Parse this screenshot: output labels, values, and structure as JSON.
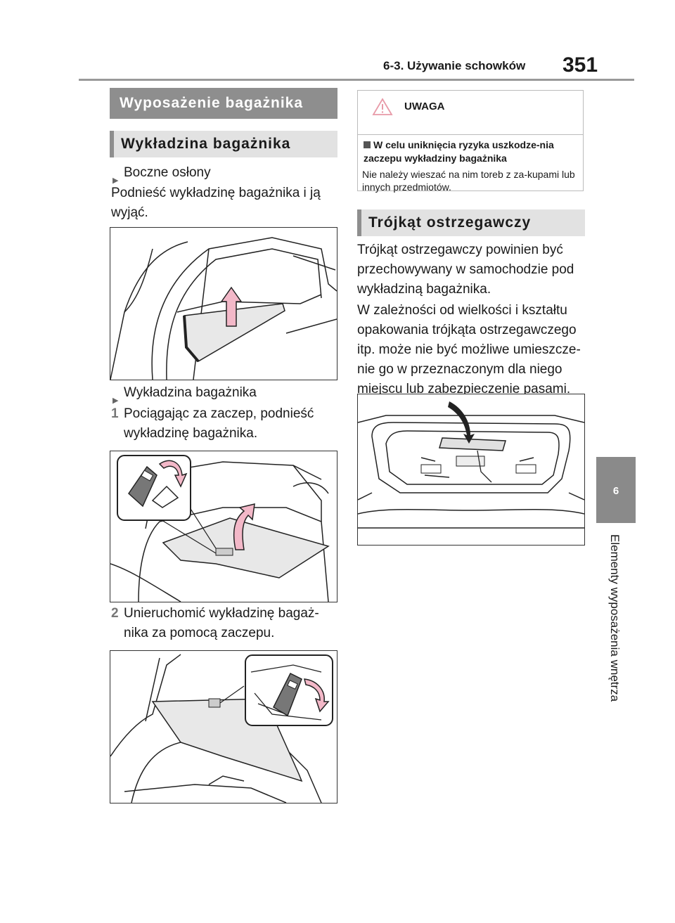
{
  "header": {
    "section": "6-3. Używanie schowków",
    "page_number": "351"
  },
  "side_tab": {
    "chapter_number": "6",
    "chapter_title": "Elementy wyposażenia wnętrza"
  },
  "left": {
    "main_title": "Wyposażenie bagażnika",
    "sub_title": "Wykładzina bagażnika",
    "bullet1": "Boczne osłony",
    "para1": "Podnieść wykładzinę bagażnika i ją wyjąć.",
    "bullet2": "Wykładzina bagażnika",
    "step1_num": "1",
    "step1_text": "Pociągając za zaczep, podnieść wykładzinę bagażnika.",
    "step2_num": "2",
    "step2_text": "Unieruchomić wykładzinę bagaż-nika za pomocą zaczepu."
  },
  "right": {
    "warning_title": "UWAGA",
    "warning_heading": "W celu uniknięcia ryzyka uszkodze-nia zaczepu wykładziny bagażnika",
    "warning_text": "Nie należy wieszać na nim toreb z za-kupami lub innych przedmiotów.",
    "section_title": "Trójkąt ostrzegawczy",
    "para1": "Trójkąt ostrzegawczy powinien być przechowywany w samochodzie pod wykładziną bagażnika.",
    "para2": "W zależności od wielkości i kształtu opakowania trójkąta ostrzegawczego itp. może nie być możliwe umieszcze-nie go w przeznaczonym dla niego miejscu lub zabezpieczenie pasami."
  },
  "colors": {
    "title_dark": "#8e8e8e",
    "title_light": "#e2e2e2",
    "arrow_pink": "#f3b8c8"
  }
}
